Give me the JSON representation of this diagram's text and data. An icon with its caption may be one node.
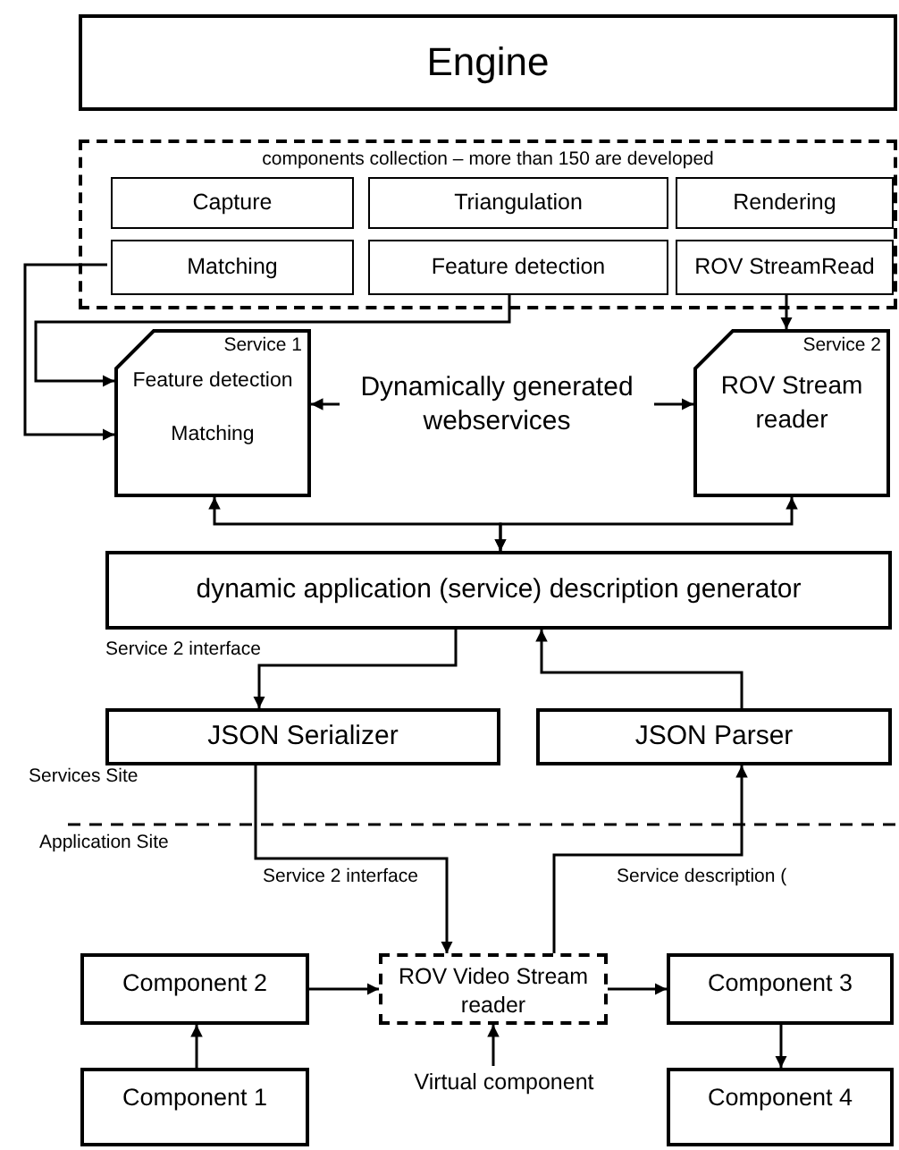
{
  "diagram": {
    "nodes": [
      {
        "text": [
          "Engine"
        ]
      },
      {
        "text": [
          "components collection – more than 150 are developed"
        ]
      },
      {
        "text": [
          "Capture"
        ],
        "in": 1
      },
      {
        "text": [
          "Triangulation"
        ],
        "in": 1
      },
      {
        "text": [
          "Rendering"
        ],
        "in": 1
      },
      {
        "text": [
          "Matching"
        ],
        "in": 1
      },
      {
        "text": [
          "Feature detection"
        ],
        "in": 1
      },
      {
        "text": [
          "ROV StreamRead"
        ],
        "in": 1
      },
      {
        "text": [
          "Service 1",
          "Feature detection",
          "Matching"
        ]
      },
      {
        "text": [
          "Dynamically generated webservices"
        ]
      },
      {
        "text": [
          "Service 2",
          "ROV Stream reader"
        ]
      },
      {
        "text": [
          "dynamic application (service) description generator"
        ]
      },
      {
        "text": [
          "JSON Serializer"
        ]
      },
      {
        "text": [
          "JSON Parser"
        ]
      },
      {
        "text": [
          "ROV Video Stream reader"
        ]
      },
      {
        "text": [
          "Component 2"
        ]
      },
      {
        "text": [
          "Component 1"
        ]
      },
      {
        "text": [
          "Component 3"
        ]
      },
      {
        "text": [
          "Component 4"
        ]
      },
      {
        "text": [
          "Virtual component"
        ]
      }
    ],
    "edges": [
      {
        "from": 5,
        "to": 8,
        "arrow": "to"
      },
      {
        "from": 6,
        "to": 8,
        "arrow": "to"
      },
      {
        "from": 7,
        "to": 10,
        "arrow": "to"
      },
      {
        "from": 9,
        "to": 8,
        "arrow": "to"
      },
      {
        "from": 9,
        "to": 10,
        "arrow": "to"
      },
      {
        "from": 11,
        "to": 8,
        "arrow": "both"
      },
      {
        "from": 11,
        "to": 10,
        "arrow": "both"
      },
      {
        "from": 11,
        "to": 12,
        "arrow": "to",
        "label": "Service 2 interface"
      },
      {
        "from": 13,
        "to": 11,
        "arrow": "to"
      },
      {
        "from": 12,
        "to": 14,
        "arrow": "to",
        "label": "Service 2 interface"
      },
      {
        "from": 14,
        "to": 13,
        "arrow": "to",
        "label": "Service description ("
      },
      {
        "from": 15,
        "to": 14,
        "arrow": "to"
      },
      {
        "from": 14,
        "to": 17,
        "arrow": "to"
      },
      {
        "from": 16,
        "to": 15,
        "arrow": "to"
      },
      {
        "from": 17,
        "to": 18,
        "arrow": "to"
      },
      {
        "from": 19,
        "to": 14,
        "arrow": "to"
      }
    ],
    "labels": [
      "Services Site",
      "Application Site"
    ]
  }
}
